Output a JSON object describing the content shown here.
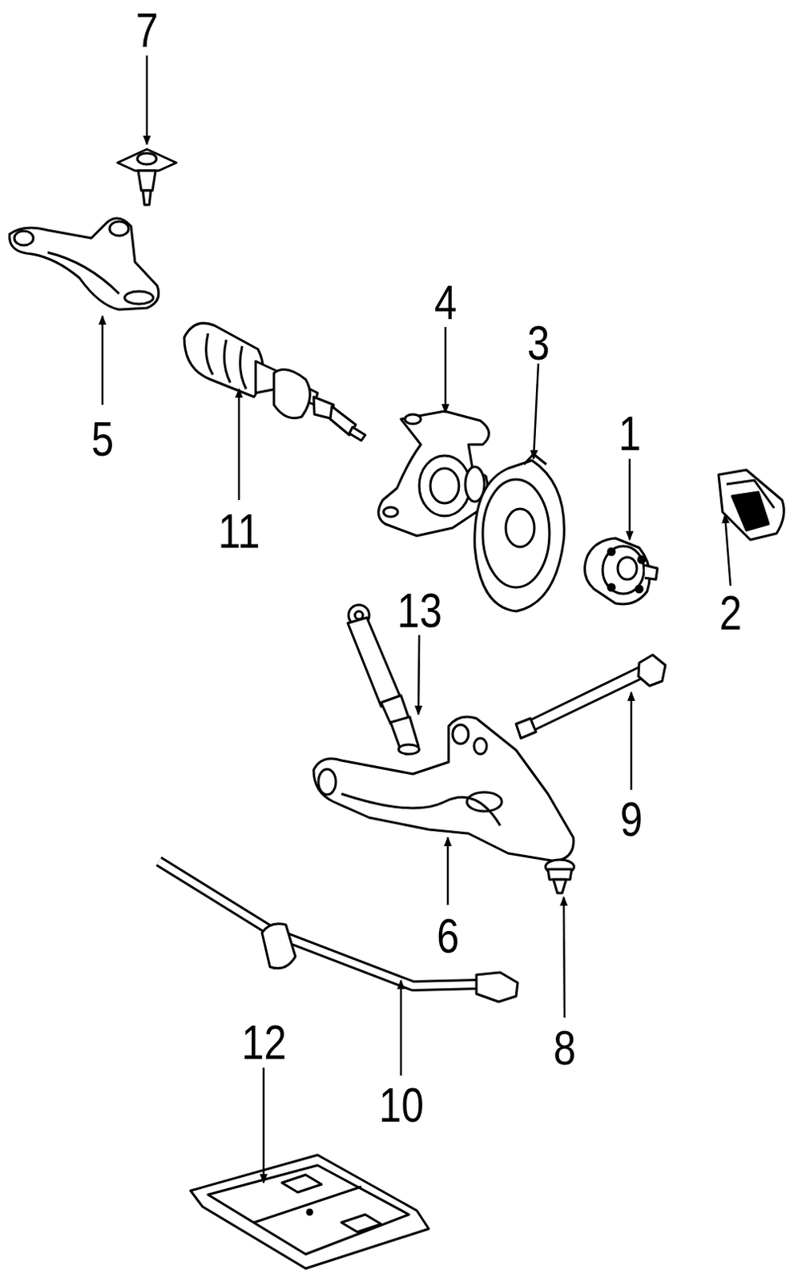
{
  "diagram": {
    "labels": [
      "7",
      "5",
      "11",
      "4",
      "3",
      "1",
      "2",
      "13",
      "9",
      "6",
      "8",
      "12",
      "10"
    ]
  }
}
